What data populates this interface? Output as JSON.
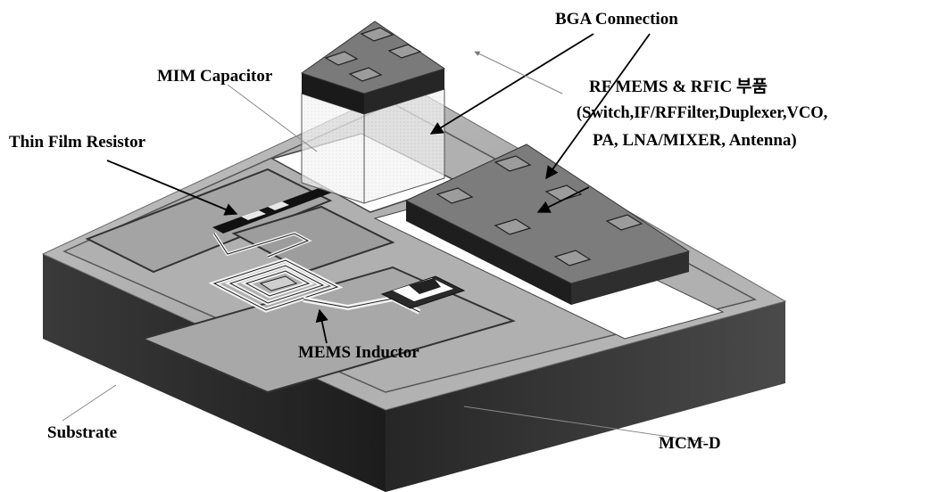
{
  "labels": {
    "bga_connection": "BGA Connection",
    "mim_capacitor": "MIM Capacitor",
    "rf_mems_line1": "RF MEMS & RFIC 부품",
    "rf_mems_line2": "(Switch,IF/RFFilter,Duplexer,VCO,",
    "rf_mems_line3": "PA,  LNA/MIXER, Antenna)",
    "thin_film_resistor": "Thin Film Resistor",
    "mems_inductor": "MEMS Inductor",
    "substrate": "Substrate",
    "mcm_d": "MCM-D"
  },
  "colors": {
    "substrate_top": "#b8b8b8",
    "substrate_side_left": "#2a2a2a",
    "substrate_side_front": "#3a3a3a",
    "chip_top": "#7a7a7a",
    "chip_side": "#1e1e1e",
    "pad": "#9a9a9a",
    "inductor_light": "#f2f2f2",
    "clear_region": "#ffffff"
  }
}
